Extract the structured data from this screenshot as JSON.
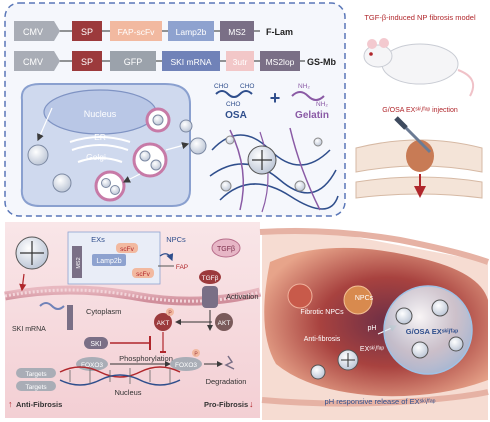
{
  "construct_top": {
    "segments": [
      "CMV",
      "SP",
      "FAP-scFv",
      "Lamp2b",
      "MS2"
    ],
    "label": "F-Lam"
  },
  "construct_bottom": {
    "segments": [
      "CMV",
      "SP",
      "GFP",
      "SKI mRNA",
      "3utr",
      "MS2lop"
    ],
    "label": "GS-Mb"
  },
  "cell": {
    "nucleus": "Nucleus",
    "er": "ER",
    "golgi": "Golgi"
  },
  "hydrogel": {
    "osa": "OSA",
    "gelatin": "Gelatin",
    "cho": "CHO",
    "nh2": "NH₂",
    "plus": "+"
  },
  "model": {
    "title": "TGF-β-induced NP fibrosis model",
    "injection": "G/OSA EXˢᵏⁱ/ᶠᵃᵖ injection"
  },
  "pathway": {
    "exs": "EXs",
    "npcs": "NPCs",
    "ms2": "MS2",
    "lamp2b": "Lamp2b",
    "scfv_top": "scFv",
    "scfv_right": "scFv",
    "fap": "FAP",
    "tgfb": "TGFβ",
    "activation": "Activation",
    "cytoplasm": "Cytoplasm",
    "ski_mrna": "SKI mRNA",
    "akt_left": "AKT",
    "akt_right": "AKT",
    "p": "P",
    "ski": "SKI",
    "foxo3_left": "FOXO3",
    "foxo3_right": "FOXO3",
    "phosphorylation": "Phosphorylation",
    "targets_1": "Targets",
    "targets_2": "Targets",
    "nucleus": "Nucleus",
    "degradation": "Degradation",
    "anti_fibrosis": "Anti-Fibrosis",
    "pro_fibrosis": "Pro-Fibrosis"
  },
  "release": {
    "fibrotic_npcs": "Fibrotic NPCs",
    "npcs": "NPCs",
    "ph": "pH",
    "anti_fibrosis": "Anti-fibrosis",
    "ex_label": "EXˢᵏⁱ/ᶠᵃᵖ",
    "gosa_label": "G/OSA EXˢᵏⁱ/ᶠᵃᵖ",
    "caption": "pH responsive release of EXˢᵏⁱ/ᶠᵃᵖ"
  },
  "colors": {
    "panel_border": "#5a77b8",
    "panel_bg": "#f4f6fb",
    "cmv": "#a9adb6",
    "sp": "#9c3a3c",
    "fap": "#f2b9a0",
    "lamp2b": "#8ea2cf",
    "ms2": "#7a6f86",
    "gfp": "#9ba2ab",
    "skimrna": "#7082b8",
    "utr": "#f2c7c8",
    "cell": "#cfd9ee",
    "pink_panel": "#f7dde0",
    "tissue": "#b23a36"
  }
}
